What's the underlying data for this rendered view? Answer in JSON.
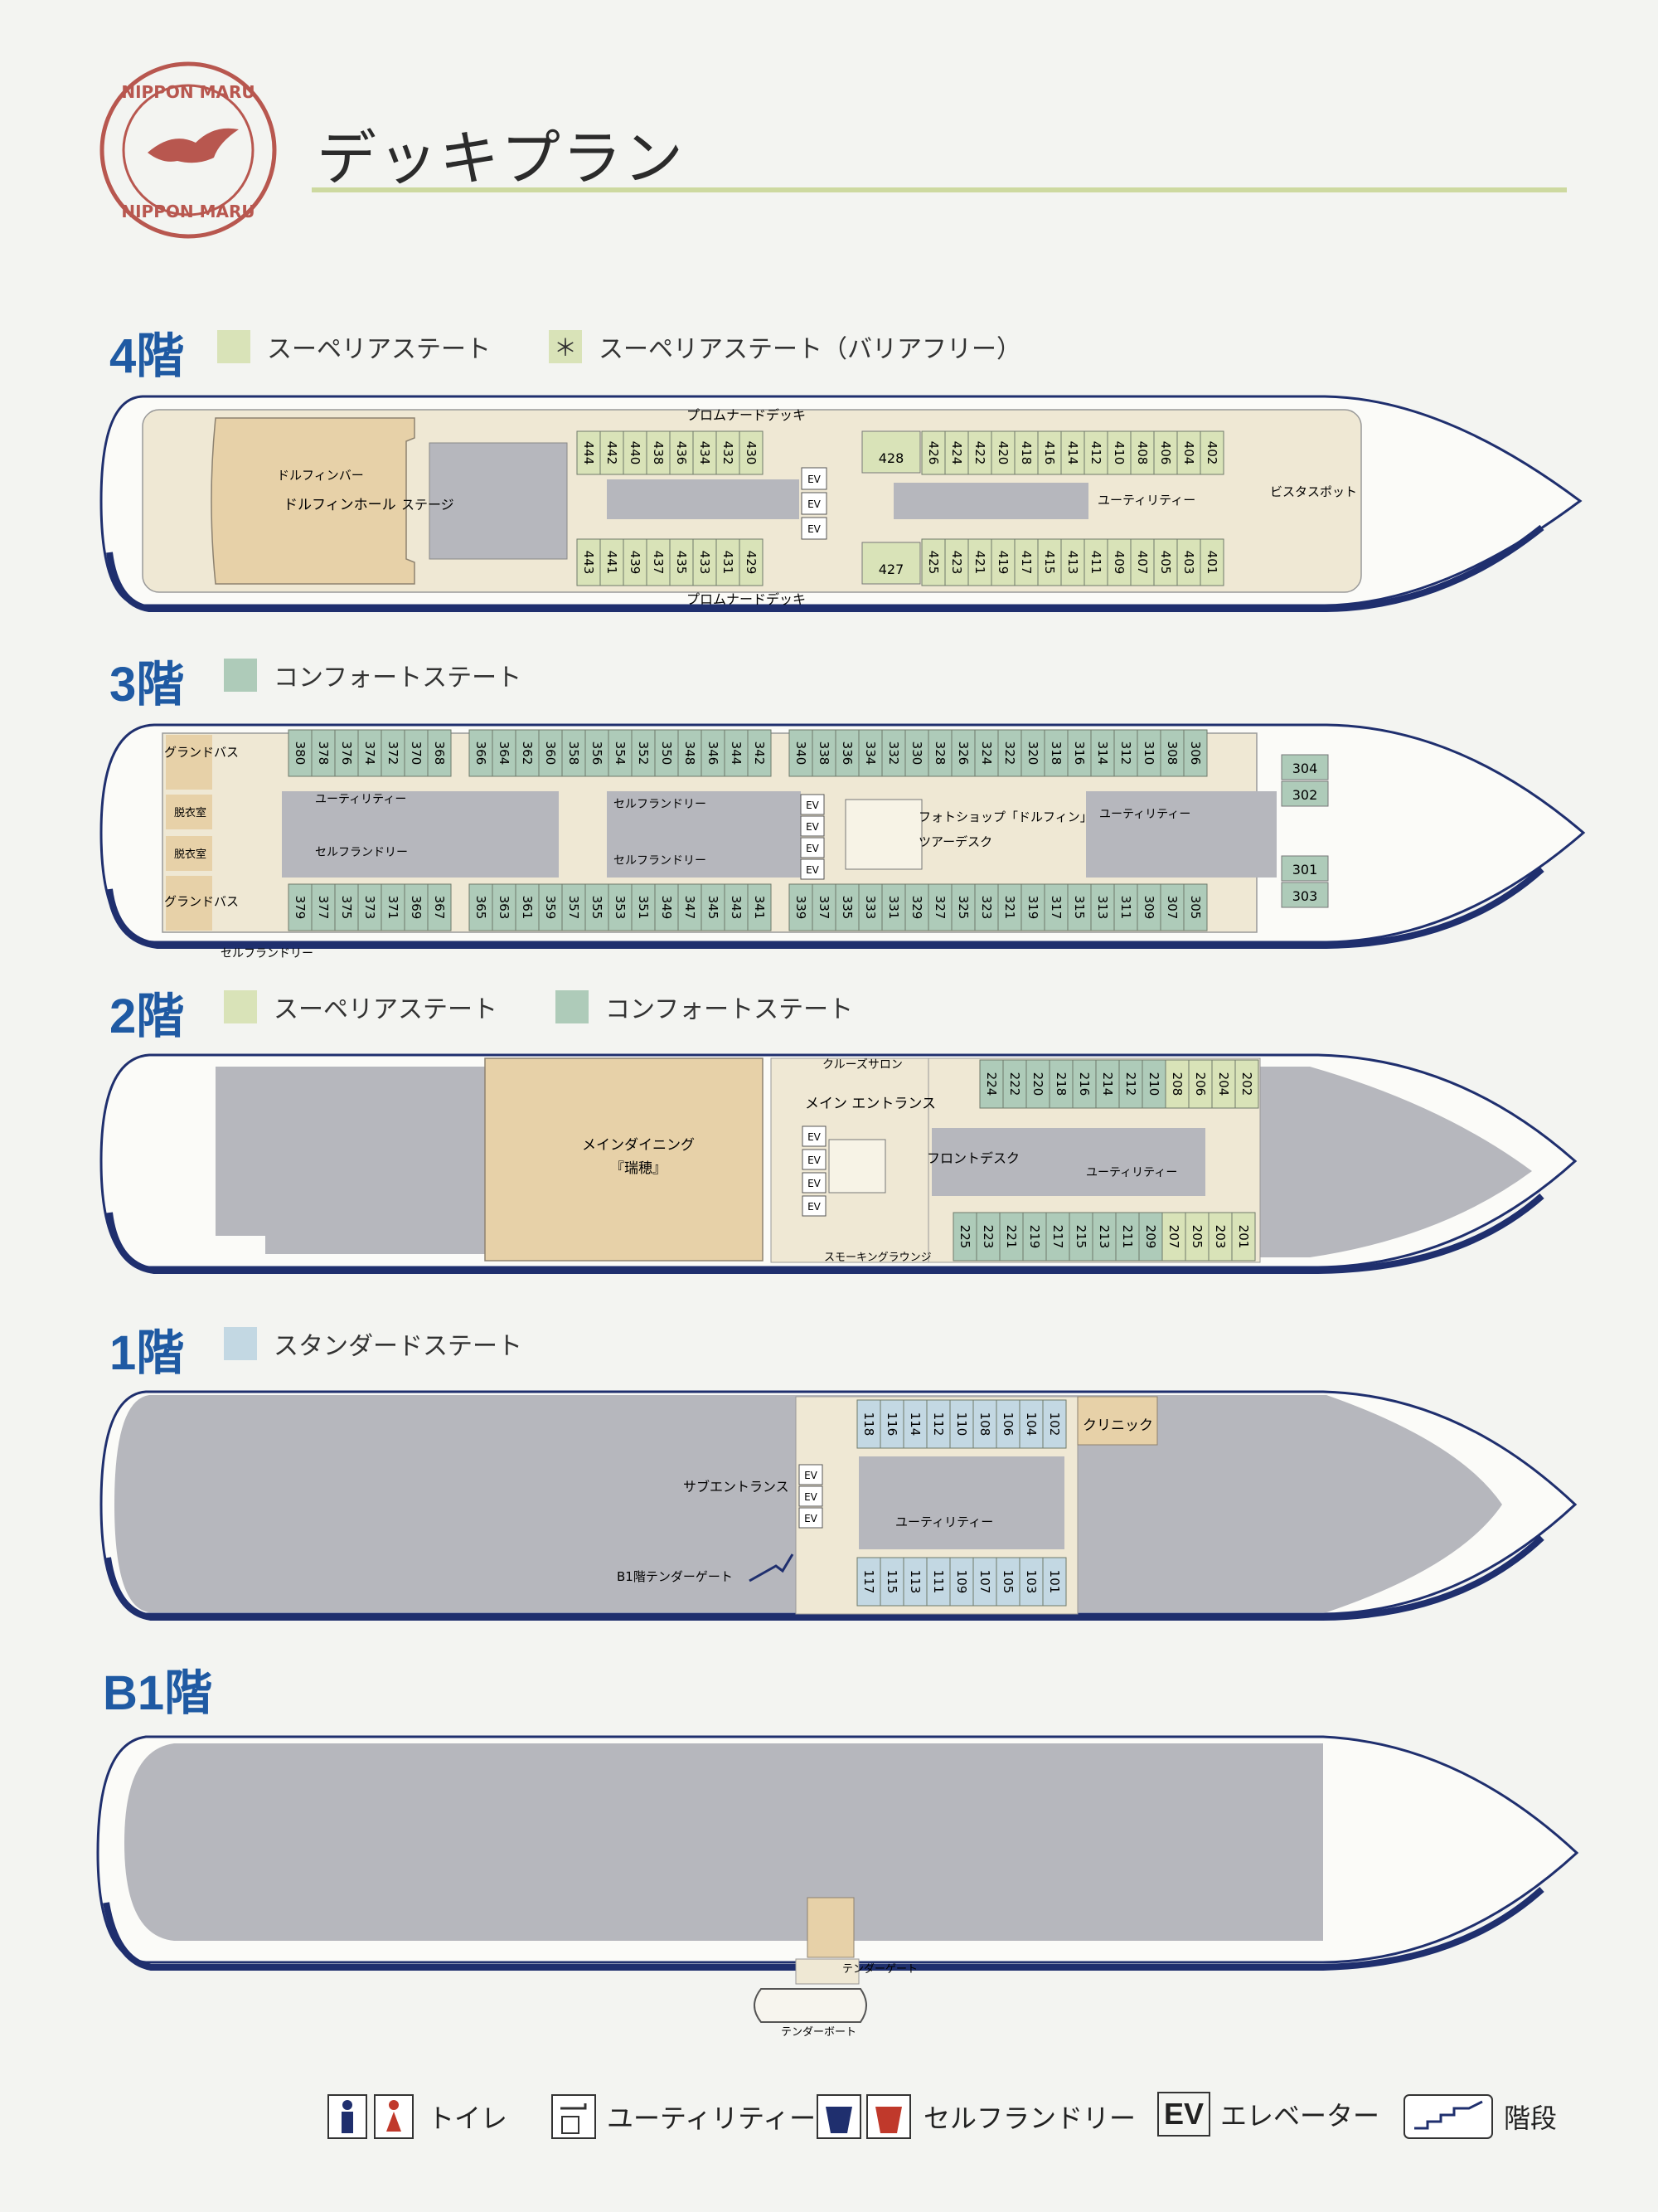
{
  "title": "デッキプラン",
  "logo_text": "NIPPON MARU",
  "colors": {
    "superior": "#d9e3b8",
    "comfort": "#aecbb9",
    "standard": "#c3d8e3",
    "hull": "#b6b7bd",
    "public": "#ecdcb7",
    "corridor": "#f2ead6",
    "deck_label": "#1f5aa3"
  },
  "decks": {
    "d4": {
      "label": "4階",
      "legend": [
        "スーペリアステート",
        "スーペリアステート（バリアフリー）"
      ],
      "legend_mark": "＊",
      "labels": {
        "promenade": "プロムナードデッキ",
        "dolphin_bar": "ドルフィンバー",
        "dolphin_hall": "ドルフィンホール",
        "stage": "ステージ",
        "utility": "ユーティリティー",
        "vista": "ビスタスポット"
      },
      "top_rooms": [
        "444",
        "442",
        "440",
        "438",
        "436",
        "434",
        "432",
        "430",
        "426",
        "424",
        "422",
        "420",
        "418",
        "416",
        "414",
        "412",
        "410",
        "408",
        "406",
        "404",
        "402"
      ],
      "bottom_rooms": [
        "443",
        "441",
        "439",
        "437",
        "435",
        "433",
        "431",
        "429",
        "425",
        "423",
        "421",
        "419",
        "417",
        "415",
        "413",
        "411",
        "409",
        "407",
        "405",
        "403",
        "401"
      ],
      "bf_rooms": [
        "428",
        "427"
      ]
    },
    "d3": {
      "label": "3階",
      "legend": [
        "コンフォートステート"
      ],
      "labels": {
        "grand_bath": "グランドバス",
        "changing": "脱衣室",
        "utility": "ユーティリティー",
        "self_laundry": "セルフランドリー",
        "photo_shop": "フォトショップ「ドルフィン」",
        "tour_desk": "ツアーデスク"
      },
      "top_rooms": [
        "380",
        "378",
        "376",
        "374",
        "372",
        "370",
        "368",
        "366",
        "364",
        "362",
        "360",
        "358",
        "356",
        "354",
        "352",
        "350",
        "348",
        "346",
        "344",
        "342",
        "340",
        "338",
        "336",
        "334",
        "332",
        "330",
        "328",
        "326",
        "324",
        "322",
        "320",
        "318",
        "316",
        "314",
        "312",
        "310",
        "308",
        "306"
      ],
      "bottom_rooms": [
        "379",
        "377",
        "375",
        "373",
        "371",
        "369",
        "367",
        "365",
        "363",
        "361",
        "359",
        "357",
        "355",
        "353",
        "351",
        "349",
        "347",
        "345",
        "343",
        "341",
        "339",
        "337",
        "335",
        "333",
        "331",
        "329",
        "327",
        "325",
        "323",
        "321",
        "319",
        "317",
        "315",
        "313",
        "311",
        "309",
        "307",
        "305"
      ],
      "bow_rooms": [
        "304",
        "302",
        "301",
        "303"
      ]
    },
    "d2": {
      "label": "2階",
      "legend": [
        "スーペリアステート",
        "コンフォートステート"
      ],
      "labels": {
        "main_dining": "メインダイニング",
        "dining_name": "『瑞穂』",
        "cruise_salon": "クルーズサロン",
        "main_entrance": "メイン\nエントランス",
        "front_desk": "フロントデスク",
        "utility": "ユーティリティー",
        "smoking": "スモーキングラウンジ"
      },
      "top_rooms": [
        "224",
        "222",
        "220",
        "218",
        "216",
        "214",
        "212",
        "210",
        "208",
        "206",
        "204",
        "202"
      ],
      "bottom_rooms": [
        "225",
        "223",
        "221",
        "219",
        "217",
        "215",
        "213",
        "211",
        "209",
        "207",
        "205",
        "203",
        "201"
      ]
    },
    "d1": {
      "label": "1階",
      "legend": [
        "スタンダードステート"
      ],
      "labels": {
        "sub_entrance": "サブエントランス",
        "utility": "ユーティリティー",
        "clinic": "クリニック",
        "tender_gate": "B1階テンダーゲート"
      },
      "top_rooms": [
        "118",
        "116",
        "114",
        "112",
        "110",
        "108",
        "106",
        "104",
        "102"
      ],
      "bottom_rooms": [
        "117",
        "115",
        "113",
        "111",
        "109",
        "107",
        "105",
        "103",
        "101"
      ]
    },
    "b1": {
      "label": "B1階",
      "labels": {
        "tender_gate": "テンダーゲート",
        "tender_boat": "テンダーボート"
      }
    }
  },
  "ev_label": "EV",
  "legend": {
    "toilet": "トイレ",
    "utility": "ユーティリティー",
    "laundry": "セルフランドリー",
    "elevator": "エレベーター",
    "stairs": "階段"
  }
}
